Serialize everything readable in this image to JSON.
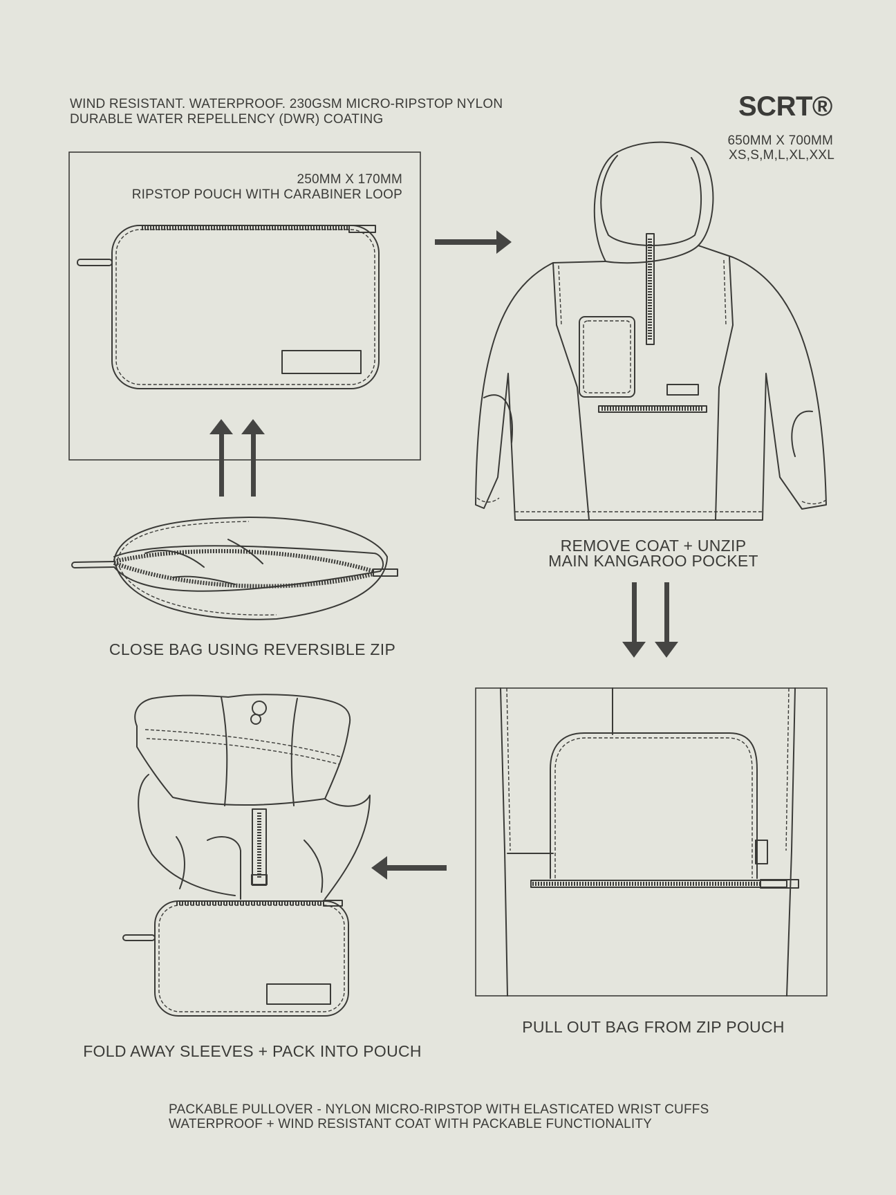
{
  "header": {
    "spec_line1": "WIND RESISTANT. WATERPROOF. 230GSM MICRO-RIPSTOP NYLON",
    "spec_line2": "DURABLE WATER REPELLENCY (DWR) COATING",
    "brand": "SCRT®",
    "dimensions": "650MM X 700MM",
    "sizes": "XS,S,M,L,XL,XXL"
  },
  "pouch_panel": {
    "dimensions": "250MM X 170MM",
    "description": "RIPSTOP POUCH WITH CARABINER LOOP"
  },
  "steps": {
    "remove_coat_line1": "REMOVE COAT + UNZIP",
    "remove_coat_line2": "MAIN KANGAROO POCKET",
    "pull_out": "PULL OUT BAG FROM ZIP POUCH",
    "fold_away": "FOLD AWAY SLEEVES + PACK INTO POUCH",
    "close_bag": "CLOSE BAG USING REVERSIBLE ZIP"
  },
  "footer": {
    "line1": "PACKABLE PULLOVER - NYLON MICRO-RIPSTOP WITH ELASTICATED WRIST CUFFS",
    "line2": "WATERPROOF + WIND RESISTANT COAT WITH PACKABLE FUNCTIONALITY"
  },
  "icons": [
    "arrow-right-icon",
    "arrow-down-icon",
    "arrow-left-icon",
    "arrow-up-icon"
  ],
  "colors": {
    "background": "#e4e5dd",
    "ink": "#3a3a37"
  }
}
